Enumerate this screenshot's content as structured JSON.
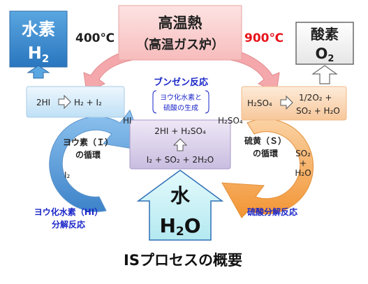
{
  "heat_source": {
    "title": "高温熱",
    "subtitle": "（高温ガス炉）"
  },
  "temps": {
    "left": "400℃",
    "right": "900℃"
  },
  "hydrogen": {
    "label": "水素",
    "formula_main": "H",
    "formula_sub": "2"
  },
  "oxygen": {
    "label": "酸素",
    "formula_main": "O",
    "formula_sub": "2"
  },
  "bunsen": {
    "title": "ブンゼン反応",
    "note_line1": "ヨウ化水素と",
    "note_line2": "硫酸の生成",
    "top_eq": "2HI + H₂SO₄",
    "bottom_eq": "I₂ + SO₂ + 2H₂O"
  },
  "hi_reaction": {
    "lhs": "2HI",
    "rhs": "H₂ + I₂"
  },
  "so4_reaction": {
    "lhs": "H₂SO₄",
    "rhs_line1": "1/2O₂ +",
    "rhs_line2": "SO₂ + H₂O"
  },
  "iodine_cycle": {
    "line1": "ヨウ素（Ｉ）",
    "line2": "の循環",
    "input_top": "HI",
    "output_bottom": "I₂"
  },
  "sulfur_cycle": {
    "line1": "硫黄（Ｓ）",
    "line2": "の循環",
    "input_top": "H₂SO₄",
    "output_line1": "SO₂",
    "output_line2": "+",
    "output_line3": "H₂O"
  },
  "hi_decomp": {
    "line1": "ヨウ化水素（HI）",
    "line2": "分解反応"
  },
  "so4_decomp": {
    "label": "硫酸分解反応"
  },
  "water": {
    "label": "水",
    "formula_main": "H",
    "formula_sub": "2",
    "formula_end": "O"
  },
  "footer": {
    "title": "ISプロセスの概要"
  },
  "colors": {
    "heat_box": "#fbd4d4",
    "heat_arrow": "#f3a4a8",
    "temp_left": "#1f1f1f",
    "temp_right": "#e8141c",
    "hydrogen_box": "#3a8fd0",
    "oxygen_border": "#6a6a6a",
    "left_box": "#dceefa",
    "right_box": "#fbdcc0",
    "center_box": "#ddd3ec",
    "iodine_arrow": "#5d9cdb",
    "sulfur_arrow": "#f6a74c",
    "water_arrow": "#c9f1f6",
    "blue_text": "#1a26c8"
  }
}
